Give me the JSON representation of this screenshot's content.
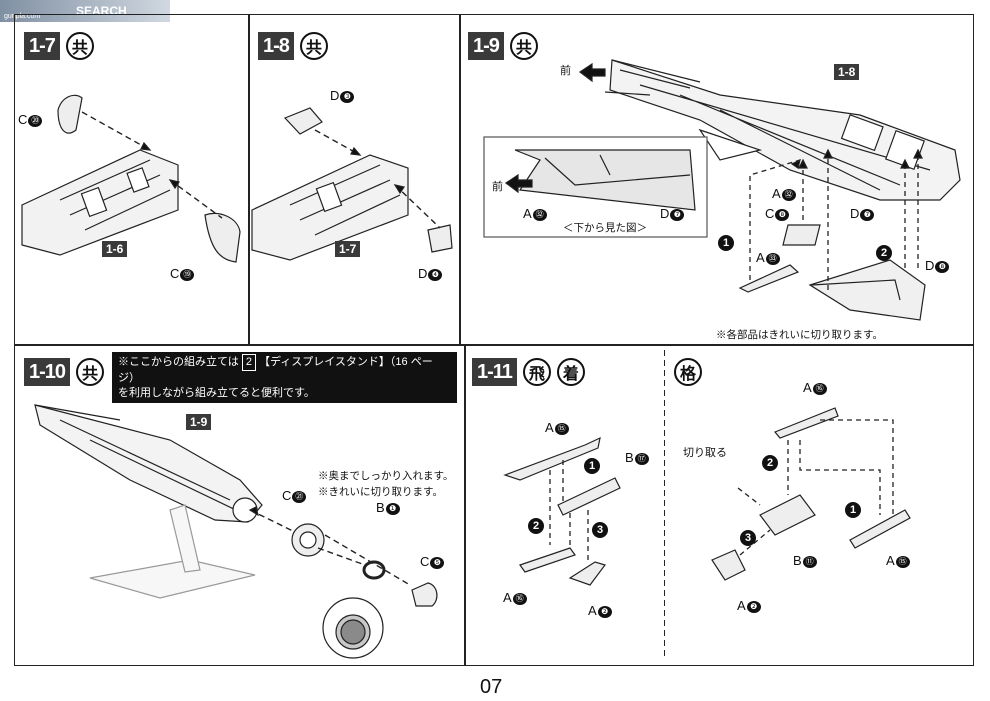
{
  "watermark": {
    "brand": "SEARCH",
    "site": "gunpla.com"
  },
  "page_number": "07",
  "panels": {
    "p1_7": {
      "step": "1-7",
      "mark": "共",
      "labels": {
        "c20": "C",
        "c20n": "⑳",
        "c19": "C",
        "c19n": "⑲",
        "ref": "1-6"
      }
    },
    "p1_8": {
      "step": "1-8",
      "mark": "共",
      "labels": {
        "d3": "D",
        "d3n": "❸",
        "d4": "D",
        "d4n": "❹",
        "ref": "1-7"
      }
    },
    "p1_9": {
      "step": "1-9",
      "mark": "共",
      "front": "前",
      "front2": "前",
      "ref": "1-8",
      "labels": {
        "a32": "A",
        "a32n": "㉜",
        "c8": "C",
        "c8n": "❽",
        "d7": "D",
        "d7n": "❼",
        "a33": "A",
        "a33n": "㉝",
        "d8": "D",
        "d8n": "❽",
        "inset_a32": "A",
        "inset_a32n": "㉜",
        "inset_d7": "D",
        "inset_d7n": "❼"
      },
      "inset_caption": "＜下から見た図＞",
      "order1": "1",
      "order2": "2",
      "note": "※各部品はきれいに切り取ります。"
    },
    "p1_10": {
      "step": "1-10",
      "mark": "共",
      "ref": "1-9",
      "banner_pre": "※ここからの組み立ては",
      "banner_box": "2",
      "banner_post": "【ディスプレイスタンド】（16 ページ）",
      "banner_line2": "を利用しながら組み立てると便利です。",
      "note1": "※奥までしっかり入れます。",
      "note2": "※きれいに切り取ります。",
      "labels": {
        "c21": "C",
        "c21n": "㉑",
        "b1": "B",
        "b1n": "❶",
        "c5": "C",
        "c5n": "❺"
      }
    },
    "p1_11": {
      "step": "1-11",
      "mark1": "飛",
      "mark2": "着",
      "labels": {
        "a15": "A",
        "a15n": "⑮",
        "b17": "B",
        "b17n": "⑰",
        "a16": "A",
        "a16n": "⑯",
        "a2": "A",
        "a2n": "❷"
      },
      "order": [
        "1",
        "2",
        "3"
      ]
    },
    "p_kaku": {
      "mark": "格",
      "cut": "切り取る",
      "labels": {
        "a16": "A",
        "a16n": "⑯",
        "b11": "B",
        "b11n": "⑪",
        "a2": "A",
        "a2n": "❷",
        "a15": "A",
        "a15n": "⑮"
      },
      "order": [
        "1",
        "2",
        "3"
      ]
    }
  }
}
